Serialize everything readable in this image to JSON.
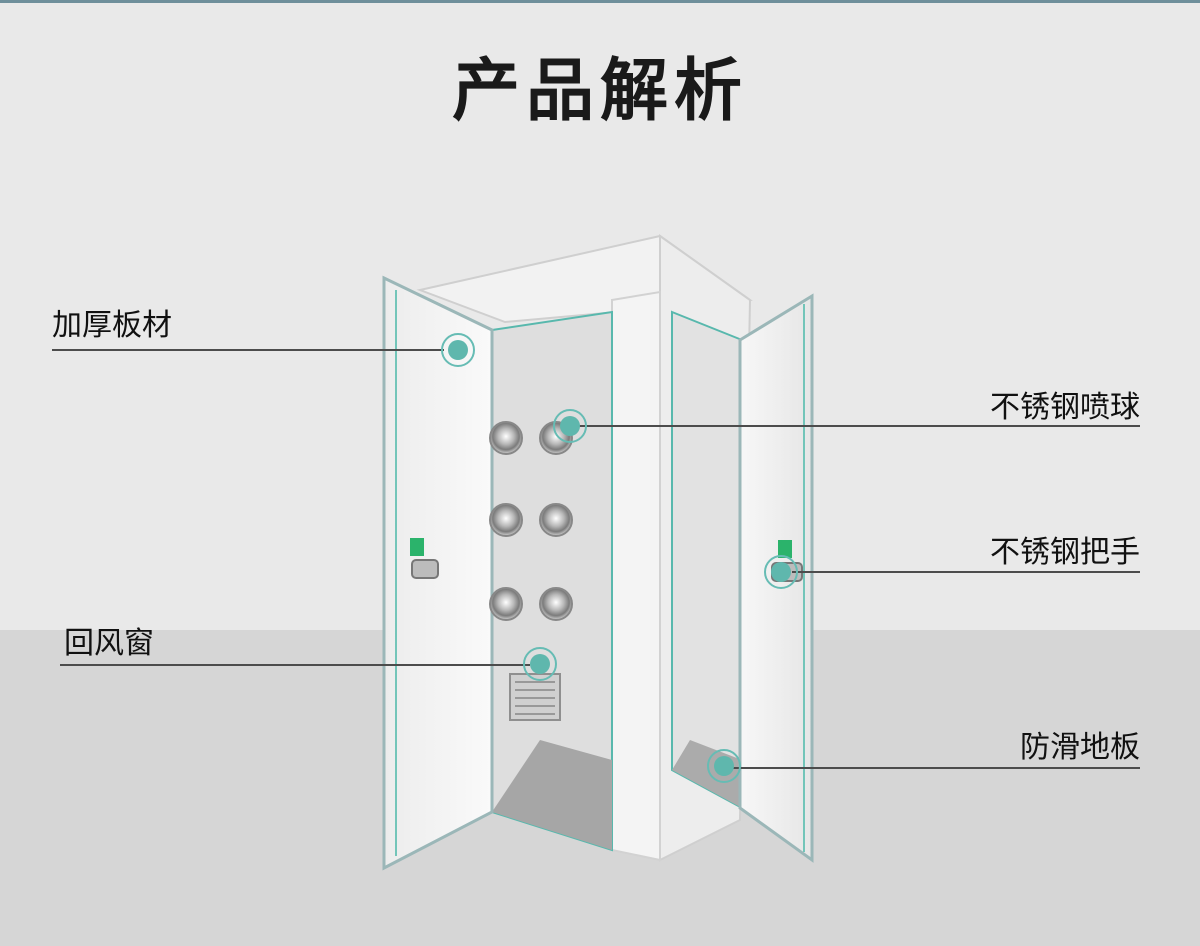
{
  "title": "产品解析",
  "labels": {
    "thick_board": "加厚板材",
    "nozzle": "不锈钢喷球",
    "handle": "不锈钢把手",
    "return_vent": "回风窗",
    "floor": "防滑地板"
  },
  "colors": {
    "accent": "#5fb7ad",
    "text": "#111111"
  }
}
